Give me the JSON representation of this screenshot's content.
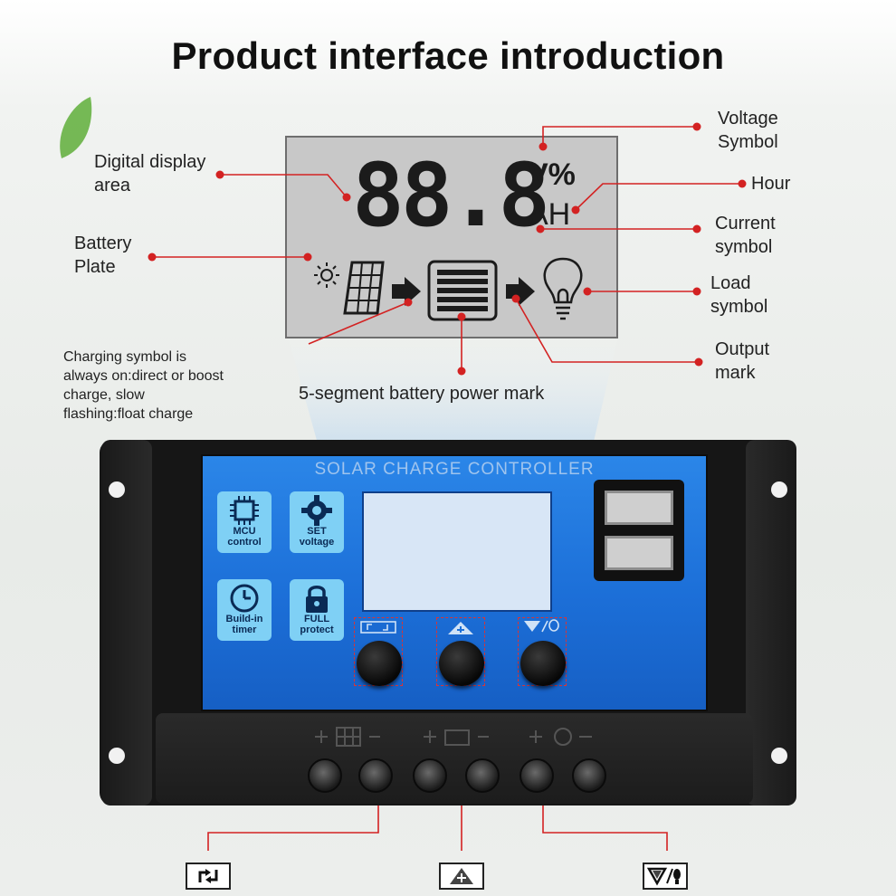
{
  "title": "Product interface introduction",
  "lcd": {
    "digits": "88.8",
    "unit_top": "V%",
    "unit_bottom": "AH"
  },
  "labels": {
    "digital_display": "Digital display area",
    "battery_plate": "Battery Plate",
    "charging_symbol": "Charging symbol is always on:direct or boost charge, slow flashing:float charge",
    "battery_power_mark": "5-segment battery power mark",
    "voltage_symbol": "Voltage Symbol",
    "hour": "Hour",
    "current_symbol": "Current symbol",
    "load_symbol": "Load symbol",
    "output_mark": "Output mark"
  },
  "device": {
    "name": "SOLAR CHARGE CONTROLLER",
    "features": [
      {
        "top": "MCU",
        "bottom": "control",
        "icon": "chip-icon"
      },
      {
        "top": "SET",
        "bottom": "voltage",
        "icon": "gear-icon"
      },
      {
        "top": "Build-in",
        "bottom": "timer",
        "icon": "clock-icon"
      },
      {
        "top": "FULL",
        "bottom": "protect",
        "icon": "lock-icon"
      }
    ]
  },
  "colors": {
    "leader_line": "#d32222",
    "device_panel": "#1c6fd8",
    "lcd_bg": "#c8c8c8"
  }
}
